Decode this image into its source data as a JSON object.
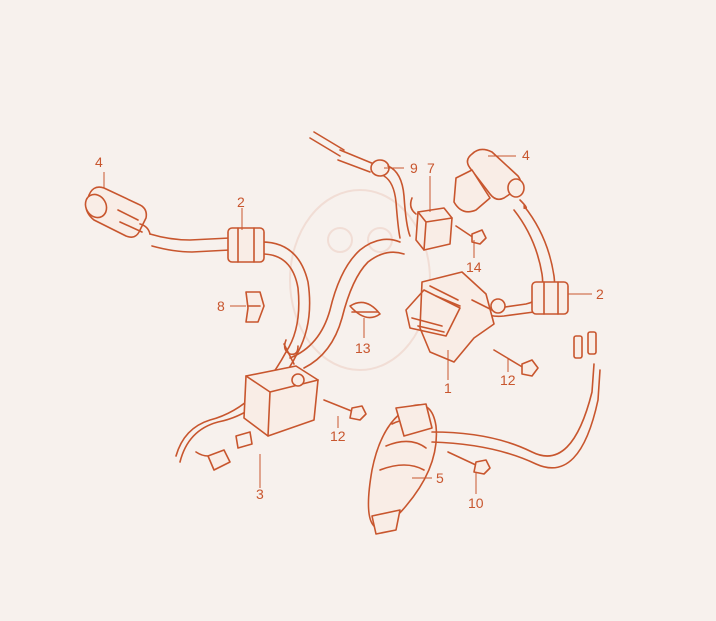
{
  "callouts": [
    {
      "id": "c1",
      "label": "1"
    },
    {
      "id": "c2a",
      "label": "2"
    },
    {
      "id": "c2b",
      "label": "2"
    },
    {
      "id": "c3",
      "label": "3"
    },
    {
      "id": "c4a",
      "label": "4"
    },
    {
      "id": "c4b",
      "label": "4"
    },
    {
      "id": "c5",
      "label": "5"
    },
    {
      "id": "c7",
      "label": "7"
    },
    {
      "id": "c8",
      "label": "8"
    },
    {
      "id": "c9",
      "label": "9"
    },
    {
      "id": "c10",
      "label": "10"
    },
    {
      "id": "c12a",
      "label": "12"
    },
    {
      "id": "c12b",
      "label": "12"
    },
    {
      "id": "c13",
      "label": "13"
    },
    {
      "id": "c14",
      "label": "14"
    }
  ],
  "colors": {
    "ink": "#c8562e",
    "background": "#f7f1ed"
  }
}
